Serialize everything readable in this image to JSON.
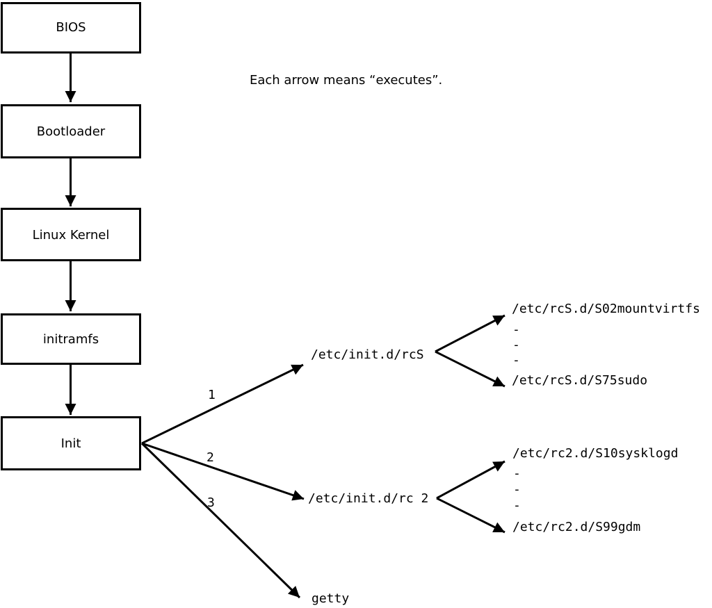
{
  "caption": "Each arrow means “executes”.",
  "boxes": [
    {
      "label": "BIOS"
    },
    {
      "label": "Bootloader"
    },
    {
      "label": "Linux Kernel"
    },
    {
      "label": "initramfs"
    },
    {
      "label": "Init"
    }
  ],
  "init_edges": [
    {
      "label": "1",
      "target": "/etc/init.d/rcS"
    },
    {
      "label": "2",
      "target": "/etc/init.d/rc 2"
    },
    {
      "label": "3",
      "target": "getty"
    }
  ],
  "rcs_fan": {
    "items": [
      "/etc/rcS.d/S02mountvirtfs",
      "-",
      "-",
      "-",
      "/etc/rcS.d/S75sudo"
    ]
  },
  "rc2_fan": {
    "items": [
      "/etc/rc2.d/S10sysklogd",
      "-",
      "-",
      "-",
      "/etc/rc2.d/S99gdm"
    ]
  },
  "colors": {
    "ink": "#000000",
    "background": "#ffffff"
  }
}
